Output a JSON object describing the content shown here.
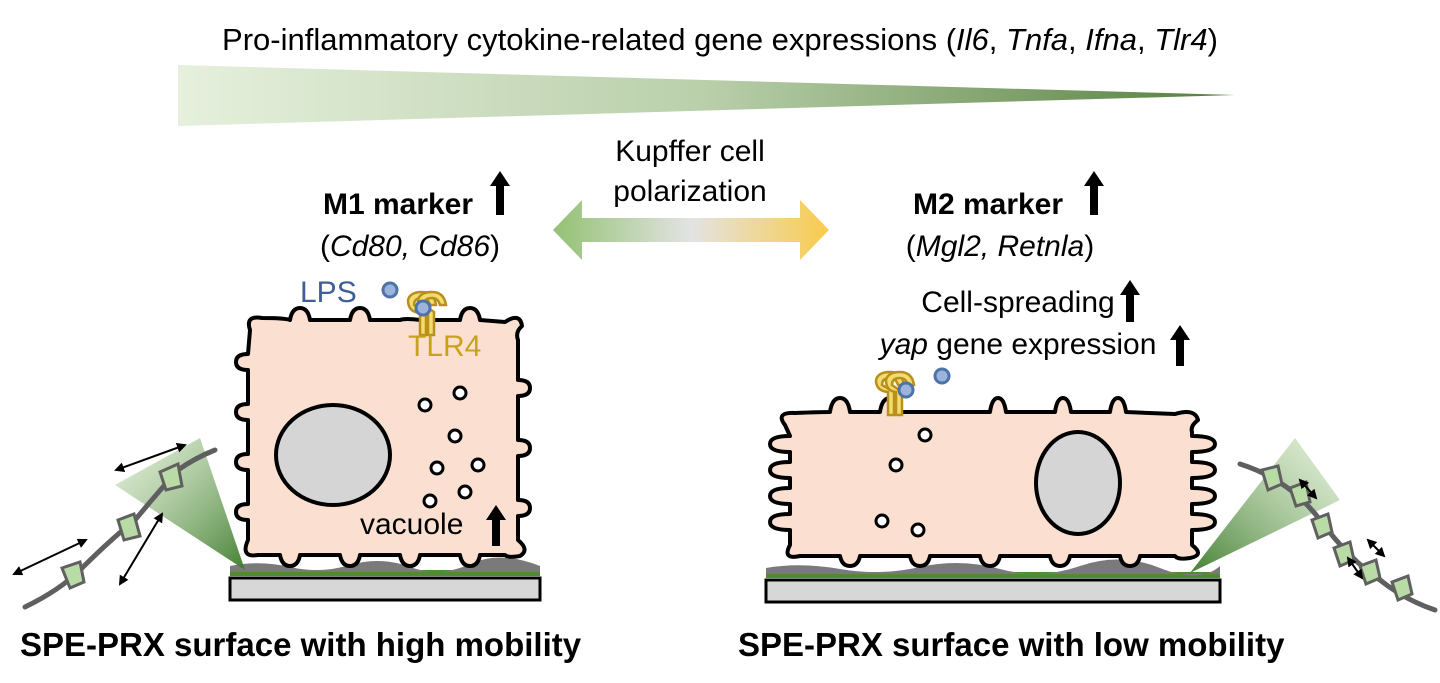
{
  "header": {
    "title_prefix": "Pro-inflammatory cytokine-related gene expressions (",
    "genes": [
      "Il6",
      "Tnfa",
      "Ifna",
      "Tlr4"
    ],
    "title_suffix": ")",
    "gradient_colors": [
      "#e3eed9",
      "#5e8a48"
    ]
  },
  "center": {
    "line1": "Kupffer cell",
    "line2": "polarization",
    "arrow_colors": [
      "#9cc57c",
      "#e0e0e0",
      "#f7cd55"
    ]
  },
  "left_panel": {
    "marker_title": "M1 marker",
    "marker_genes_open": "(",
    "marker_genes": "Cd80, Cd86",
    "marker_genes_close": ")",
    "lps_label": "LPS",
    "receptor_label": "TLR4",
    "vacuole_label": "vacuole",
    "footer": "SPE-PRX surface with high mobility",
    "trend": "up"
  },
  "right_panel": {
    "marker_title": "M2 marker",
    "marker_genes_open": "(",
    "marker_genes": "Mgl2, Retnla",
    "marker_genes_close": ")",
    "spreading_label": "Cell-spreading",
    "yap_italic": "yap",
    "yap_rest": " gene expression",
    "footer": "SPE-PRX surface with low mobility",
    "trend": "up"
  },
  "colors": {
    "cell_fill": "#fbe0d2",
    "nucleus_fill": "#d5d5d5",
    "lps_fill": "#9cb4dc",
    "lps_stroke": "#4d73a8",
    "tlr4": "#d4ad25",
    "polymer_unit": "#b9dba5",
    "polymer_stroke": "#606060",
    "substrate": "#d7d7d7",
    "surface_green": "#4f8a34"
  }
}
